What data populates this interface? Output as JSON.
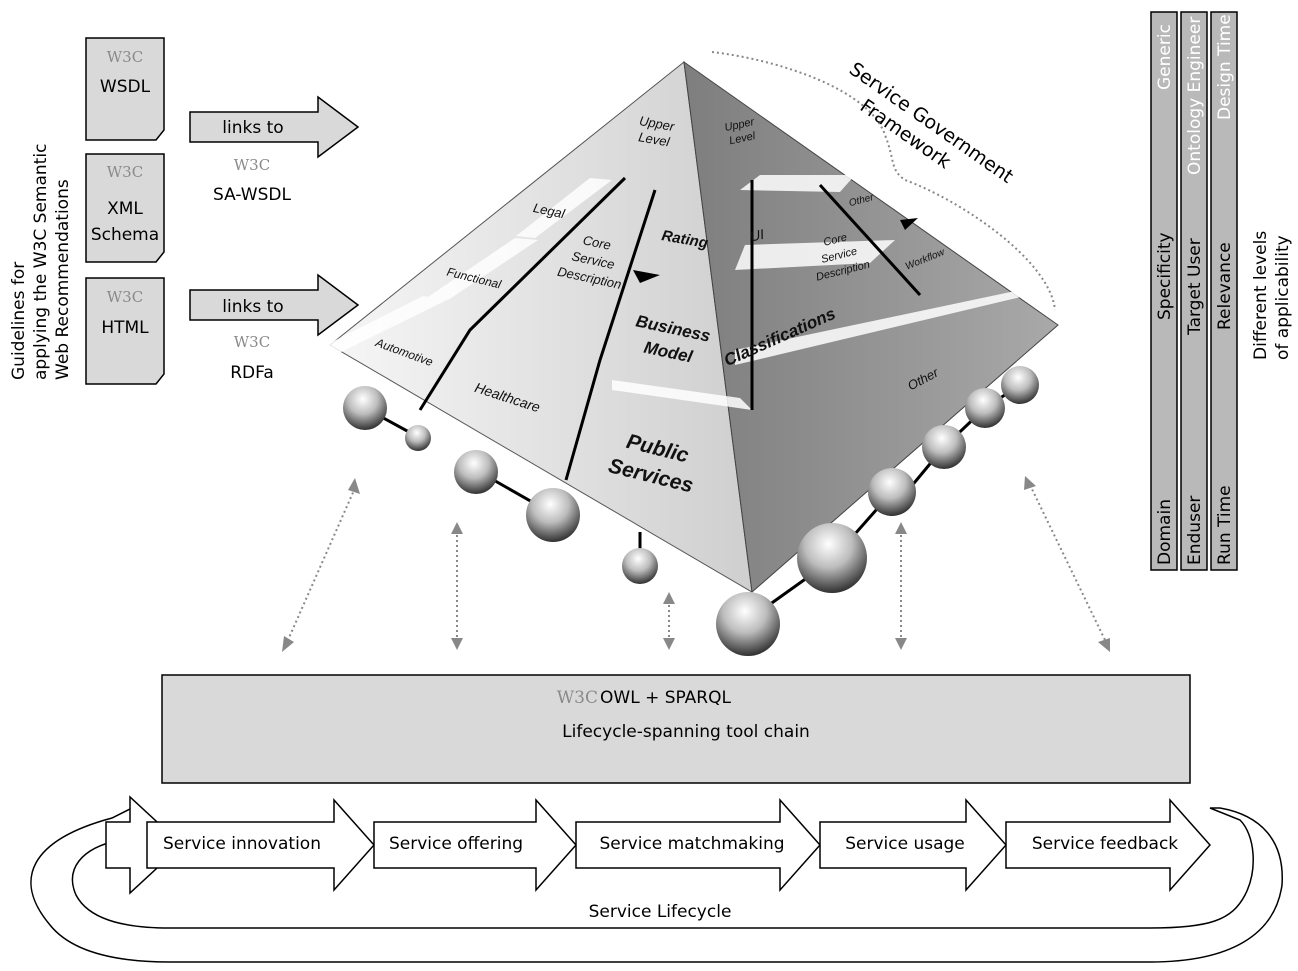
{
  "left_guidelines": {
    "title_lines": [
      "Guidelines for",
      "applying the W3C Semantic",
      "Web Recommendations"
    ],
    "w3c_logo": "W3C",
    "documents": [
      {
        "lines": [
          "WSDL"
        ]
      },
      {
        "lines": [
          "XML",
          "Schema"
        ]
      },
      {
        "lines": [
          "HTML"
        ]
      }
    ],
    "links": [
      {
        "arrow_label": "links to",
        "target": "SA-WSDL"
      },
      {
        "arrow_label": "links to",
        "target": "RDFa"
      }
    ]
  },
  "pyramid": {
    "framework_lines": [
      "Service Government",
      "Framework"
    ],
    "labels": {
      "upper_level_left": [
        "Upper",
        "Level"
      ],
      "upper_level_right": [
        "Upper",
        "Level"
      ],
      "legal": "Legal",
      "core_service_left": [
        "Core",
        "Service",
        "Description"
      ],
      "rating": "Rating",
      "ui": "UI",
      "core_service_right": [
        "Core",
        "Service",
        "Description"
      ],
      "other_top": "Other",
      "workflow": "Workflow",
      "functional": "Functional",
      "business_model": [
        "Business",
        "Model"
      ],
      "classifications": "Classifications",
      "automotive": "Automotive",
      "healthcare": "Healthcare",
      "public_services": [
        "Public",
        "Services"
      ],
      "other_bottom": "Other"
    }
  },
  "applicability": {
    "columns": [
      {
        "top": "Generic",
        "mid": "Specificity",
        "bottom": "Domain"
      },
      {
        "top": "Ontology Engineer",
        "mid": "Target User",
        "bottom": "Enduser"
      },
      {
        "top": "Design Time",
        "mid": "Relevance",
        "bottom": "Run Time"
      }
    ],
    "caption_lines": [
      "Different levels",
      "of applicability"
    ]
  },
  "toolchain": {
    "logo": "W3C",
    "title": "OWL + SPARQL",
    "subtitle": "Lifecycle-spanning tool chain"
  },
  "lifecycle": {
    "steps": [
      "Service innovation",
      "Service offering",
      "Service matchmaking",
      "Service usage",
      "Service feedback"
    ],
    "label": "Service Lifecycle"
  },
  "colors": {
    "box_fill": "#d9d9d9",
    "pyramid_light": "#e8e8e8",
    "pyramid_dark": "#8c8c8c",
    "bar_fill": "#b9b9b9"
  }
}
